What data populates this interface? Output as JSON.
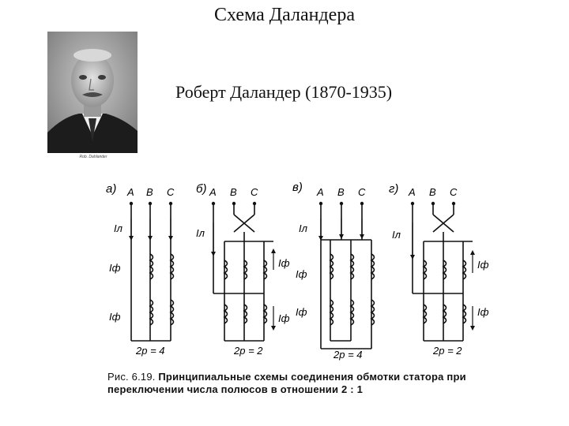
{
  "slide": {
    "title": "Схема Даландера",
    "subtitle": "Роберт Даландер (1870-1935)",
    "portrait_caption": "Rob. Dahlander"
  },
  "figure": {
    "panels": [
      {
        "letter": "а)",
        "phases": [
          "A",
          "B",
          "C"
        ],
        "current_labels": [
          "Iл",
          "Iф",
          "Iф"
        ],
        "poles": "2p = 4"
      },
      {
        "letter": "б)",
        "phases": [
          "A",
          "B",
          "C"
        ],
        "current_labels": [
          "Iл",
          "Iф",
          "Iф"
        ],
        "poles": "2p = 2"
      },
      {
        "letter": "в)",
        "phases": [
          "A",
          "B",
          "C"
        ],
        "current_labels": [
          "Iл",
          "Iф",
          "Iф"
        ],
        "poles": "2p = 4"
      },
      {
        "letter": "г)",
        "phases": [
          "A",
          "B",
          "C"
        ],
        "current_labels": [
          "Iл",
          "Iф",
          "Iф"
        ],
        "poles": "2p = 2"
      }
    ],
    "caption_number": "Рис. 6.19.",
    "caption_text": "Принципиальные схемы соединения обмотки статора при переключении числа полюсов в отношении 2 : 1"
  },
  "colors": {
    "ink": "#111111",
    "background": "#ffffff"
  }
}
